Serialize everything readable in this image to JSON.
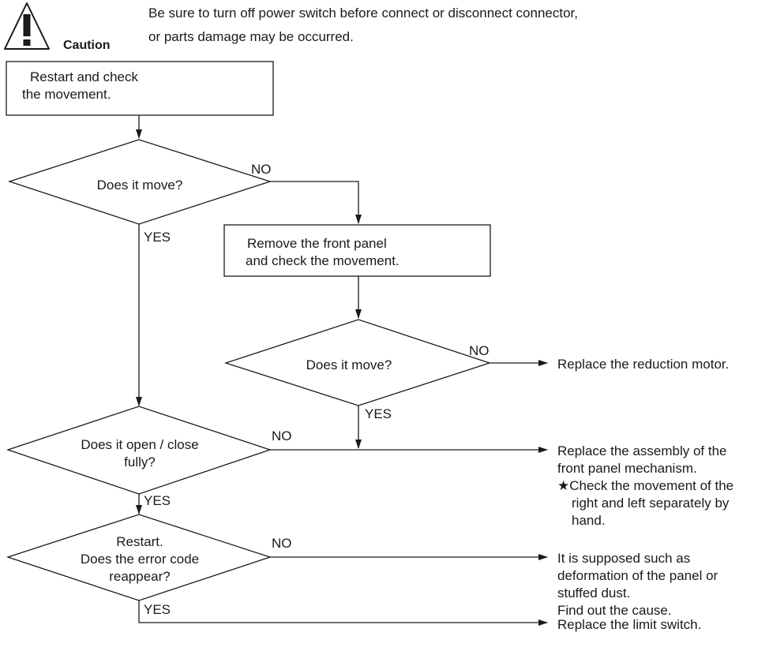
{
  "caution": {
    "label": "Caution",
    "message_line1": "Be sure to turn off power switch before connect or disconnect connector,",
    "message_line2": "or parts damage may be occurred."
  },
  "nodes": {
    "start_box": {
      "lines": [
        "Restart and check",
        "the movement."
      ]
    },
    "decision_1": {
      "lines": [
        "Does it move?"
      ]
    },
    "process_front_panel": {
      "lines": [
        "Remove the front panel",
        "and check the movement."
      ]
    },
    "decision_2": {
      "lines": [
        "Does it move?"
      ]
    },
    "decision_3": {
      "lines": [
        "Does it open / close",
        "fully?"
      ]
    },
    "decision_4": {
      "lines": [
        "Restart.",
        "Does the error code",
        "reappear?"
      ]
    }
  },
  "edge_labels": {
    "d1_no": "NO",
    "d1_yes": "YES",
    "d2_no": "NO",
    "d2_yes": "YES",
    "d3_no": "NO",
    "d3_yes": "YES",
    "d4_no": "NO",
    "d4_yes": "YES"
  },
  "outcomes": {
    "reduction_motor": {
      "lines": [
        "Replace the reduction motor."
      ]
    },
    "assembly": {
      "lines": [
        "Replace the assembly of the",
        "front panel mechanism."
      ]
    },
    "assembly_note": {
      "lines": [
        "★Check the movement of the",
        "right and left separately by",
        "hand."
      ]
    },
    "deformation": {
      "lines": [
        "It is supposed such as",
        "deformation of the panel or",
        "stuffed dust.",
        "Find out the cause."
      ]
    },
    "limit_switch": {
      "lines": [
        "Replace the limit switch."
      ]
    }
  }
}
